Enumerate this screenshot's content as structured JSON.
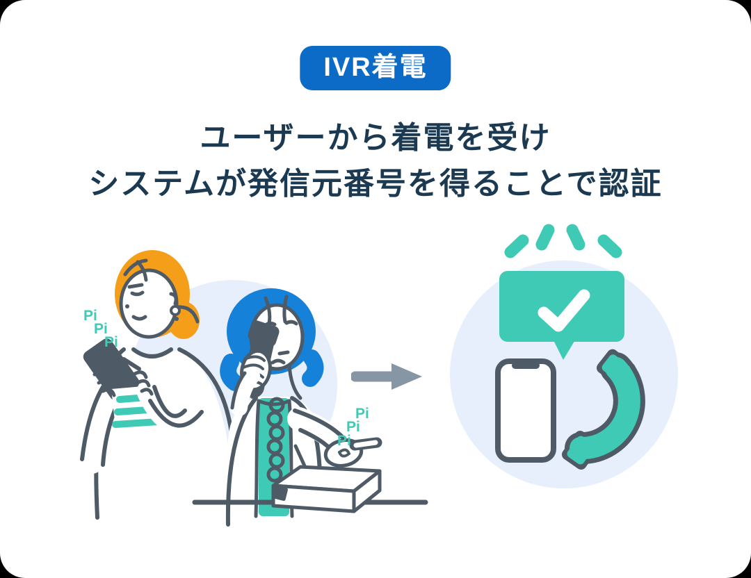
{
  "badge": {
    "label": "IVR着電"
  },
  "heading": {
    "line1": "ユーザーから着電を受け",
    "line2": "システムが発信元番号を得ることで認証"
  },
  "scene_left": {
    "sound_left": [
      "Pi",
      "Pi",
      "Pi"
    ],
    "sound_right": [
      "Pi",
      "Pi",
      "Pi"
    ]
  },
  "colors": {
    "badge_blue": "#0b6bc7",
    "heading_navy": "#1b3a52",
    "teal": "#3ecab5",
    "hair_orange": "#f59e19",
    "hair_blue": "#1581d8",
    "outline_slate": "#4e5a66",
    "light_blue_circle": "#e6effb",
    "arrow_gray": "#8796a4"
  }
}
